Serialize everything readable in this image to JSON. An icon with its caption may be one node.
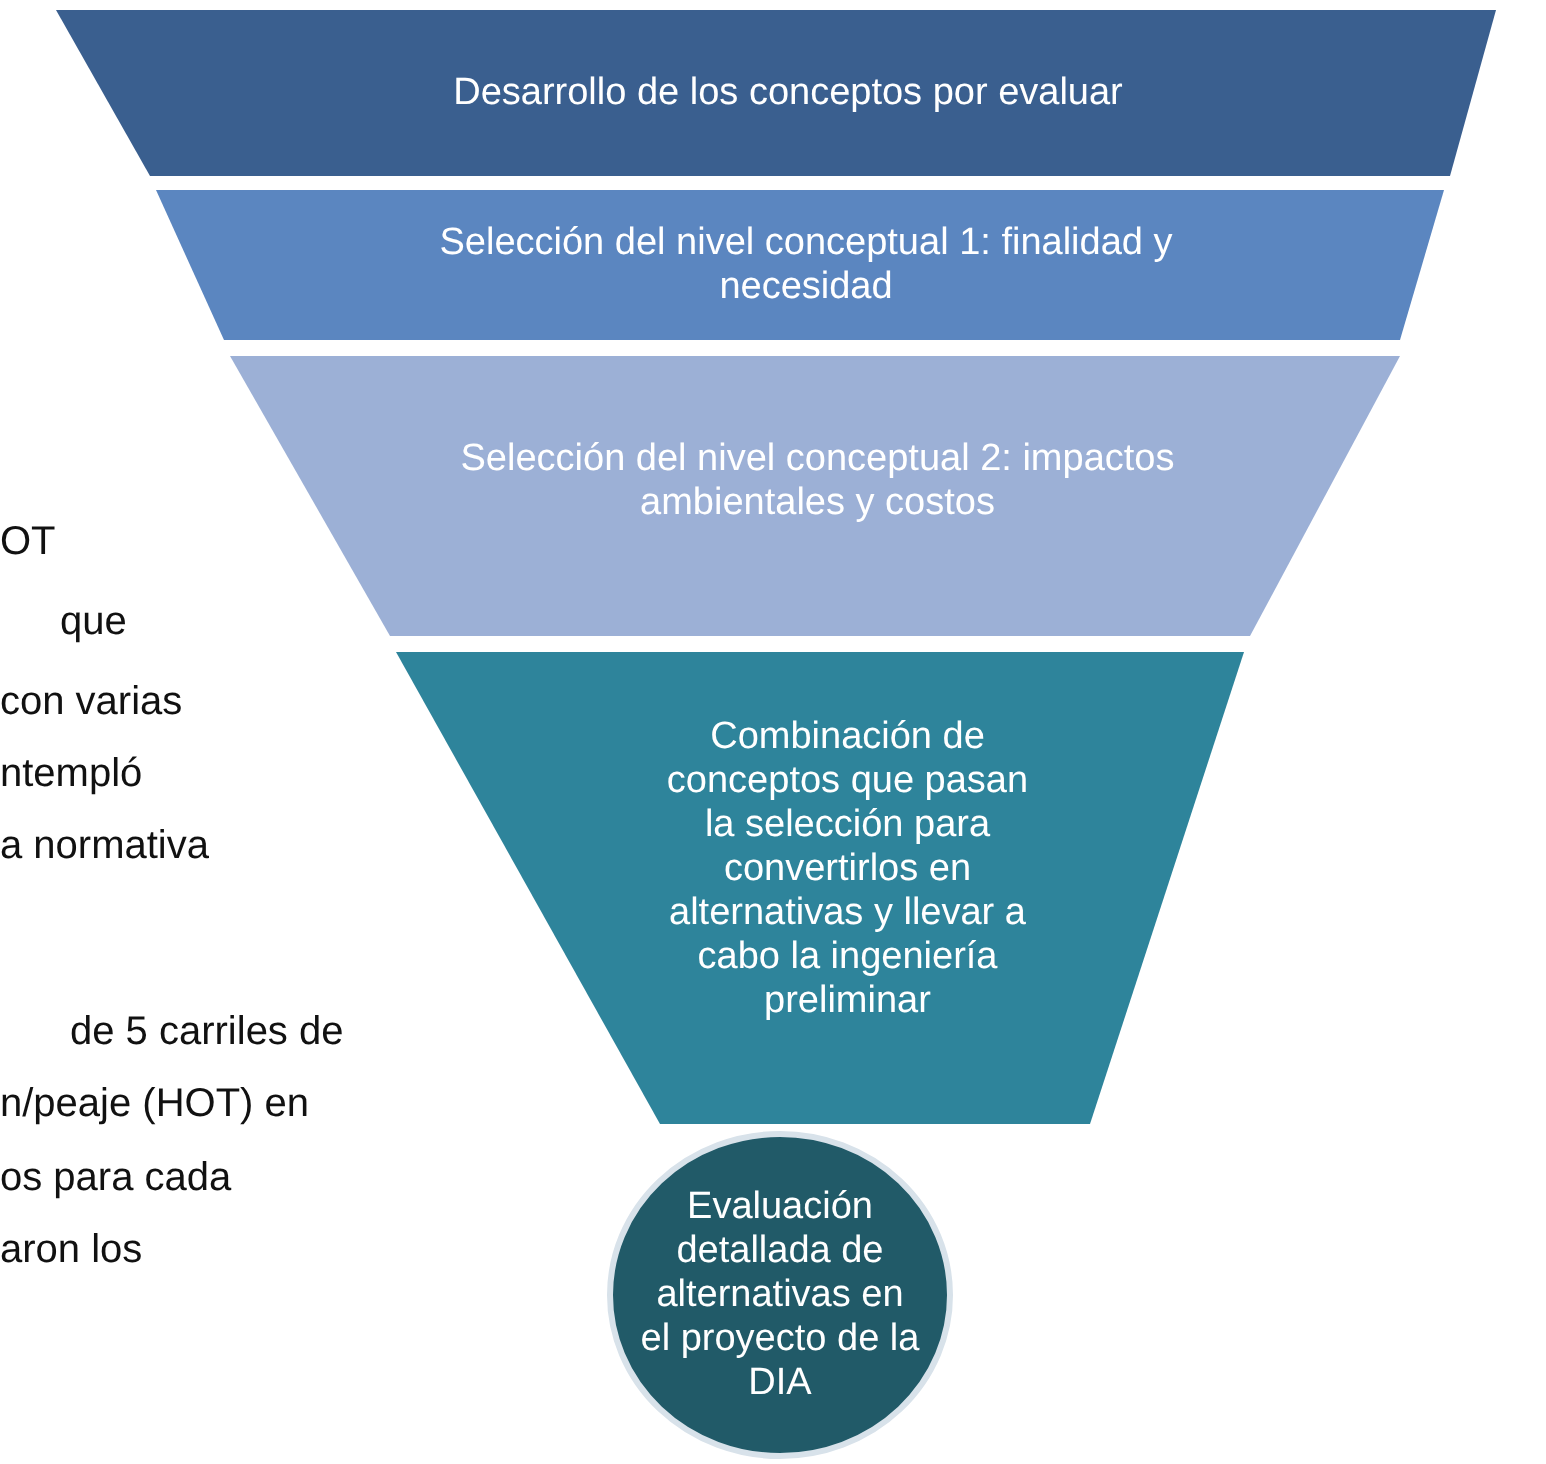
{
  "diagram": {
    "nodes": [
      {
        "text": [
          "Desarrollo de los conceptos por evaluar"
        ]
      },
      {
        "text": [
          "Selección del nivel conceptual 1: finalidad y necesidad"
        ]
      },
      {
        "text": [
          "Selección del nivel conceptual 2: impactos ambientales y costos"
        ]
      },
      {
        "text": [
          "Combinación de conceptos que pasan la selección para convertirlos en alternativas y llevar a cabo la ingeniería preliminar"
        ]
      },
      {
        "text": [
          "Evaluación detallada de alternativas en el proyecto de la DIA"
        ]
      }
    ],
    "labels": [
      "OT",
      "que",
      "con varias",
      "ntempló",
      "a normativa",
      "de 5 carriles de",
      "n/peaje (HOT) en",
      "os para cada",
      "aron los"
    ]
  }
}
